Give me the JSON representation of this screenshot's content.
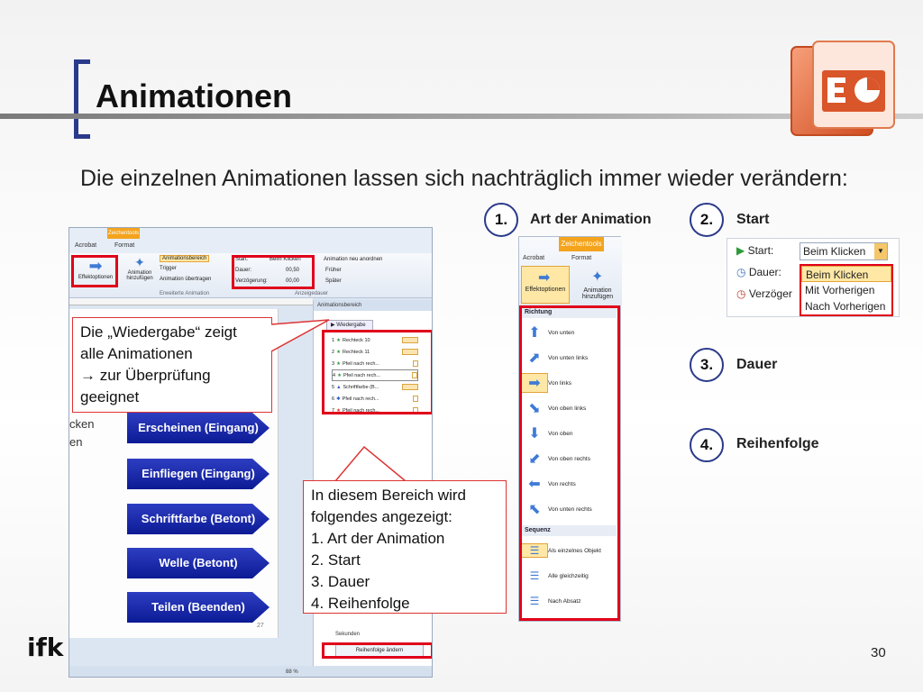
{
  "title": "Animationen",
  "subtitle": "Die einzelnen Animationen lassen sich nachträglich immer wieder verändern:",
  "ppt": {
    "context_tab": "Zeichentools",
    "tabs": [
      "Acrobat",
      "Format"
    ],
    "effect_options": "Effektoptionen",
    "add_animation": "Animation hinzufügen",
    "animation_pane": "Animationsbereich",
    "trigger": "Trigger",
    "animation_painter": "Animation übertragen",
    "group_advanced": "Erweiterte Animation",
    "start_label": "Start:",
    "start_value": "Beim Klicken",
    "duration_label": "Dauer:",
    "duration_value": "00,50",
    "delay_label": "Verzögerung:",
    "delay_value": "00,00",
    "reorder_title": "Animation neu anordnen",
    "earlier": "Früher",
    "later": "Später",
    "group_timing": "Anzeigedauer",
    "pane_title": "Animationsbereich",
    "play_button": "Wiedergabe",
    "pane_items": [
      {
        "num": "1",
        "label": "Rechteck 10"
      },
      {
        "num": "2",
        "label": "Rechteck 11"
      },
      {
        "num": "3",
        "label": "Pfeil nach rech..."
      },
      {
        "num": "4",
        "label": "Pfeil nach rech..."
      },
      {
        "num": "5",
        "label": "Schriftfarbe (B..."
      },
      {
        "num": "6",
        "label": "Pfeil nach rech..."
      },
      {
        "num": "7",
        "label": "Pfeil nach rech..."
      }
    ],
    "seconds_label": "Sekunden",
    "reorder_button": "Reihenfolge ändern",
    "zoom": "88 %",
    "slide_number": "27",
    "slide_text_1": "cken",
    "slide_text_2": "en",
    "slide_arrows": [
      "Erscheinen (Eingang)",
      "Einfliegen (Eingang)",
      "Schriftfarbe (Betont)",
      "Welle (Betont)",
      "Teilen (Beenden)"
    ]
  },
  "callout_left": {
    "line1": "Die „Wiedergabe“ zeigt",
    "line2": "alle Animationen",
    "line3": "→ zur Überprüfung",
    "line4": "geeignet"
  },
  "callout_bottom": {
    "line1": "In diesem Bereich wird",
    "line2": "folgendes angezeigt:",
    "items": [
      "1. Art der Animation",
      "2. Start",
      "3. Dauer",
      "4. Reihenfolge"
    ]
  },
  "steps": [
    {
      "num": "1.",
      "label": "Art der Animation"
    },
    {
      "num": "2.",
      "label": "Start"
    },
    {
      "num": "3.",
      "label": "Dauer"
    },
    {
      "num": "4.",
      "label": "Reihenfolge"
    }
  ],
  "anim_menu": {
    "context_tab": "Zeichentools",
    "tabs": [
      "Acrobat",
      "Format"
    ],
    "effect_options": "Effektoptionen",
    "add_animation": "Animation hinzufügen",
    "section_direction": "Richtung",
    "directions": [
      "Von unten",
      "Von unten links",
      "Von links",
      "Von oben links",
      "Von oben",
      "Von oben rechts",
      "Von rechts",
      "Von unten rechts"
    ],
    "section_sequence": "Sequenz",
    "sequence": [
      "Als einzelnes Objekt",
      "Alle gleichzeitig",
      "Nach Absatz"
    ]
  },
  "start_panel": {
    "start_label": "Start:",
    "start_value": "Beim Klicken",
    "duration_label": "Dauer:",
    "delay_label": "Verzöger",
    "options": [
      "Beim Klicken",
      "Mit Vorherigen",
      "Nach Vorherigen"
    ]
  },
  "footer": {
    "logo": "ifk",
    "page": "30"
  }
}
